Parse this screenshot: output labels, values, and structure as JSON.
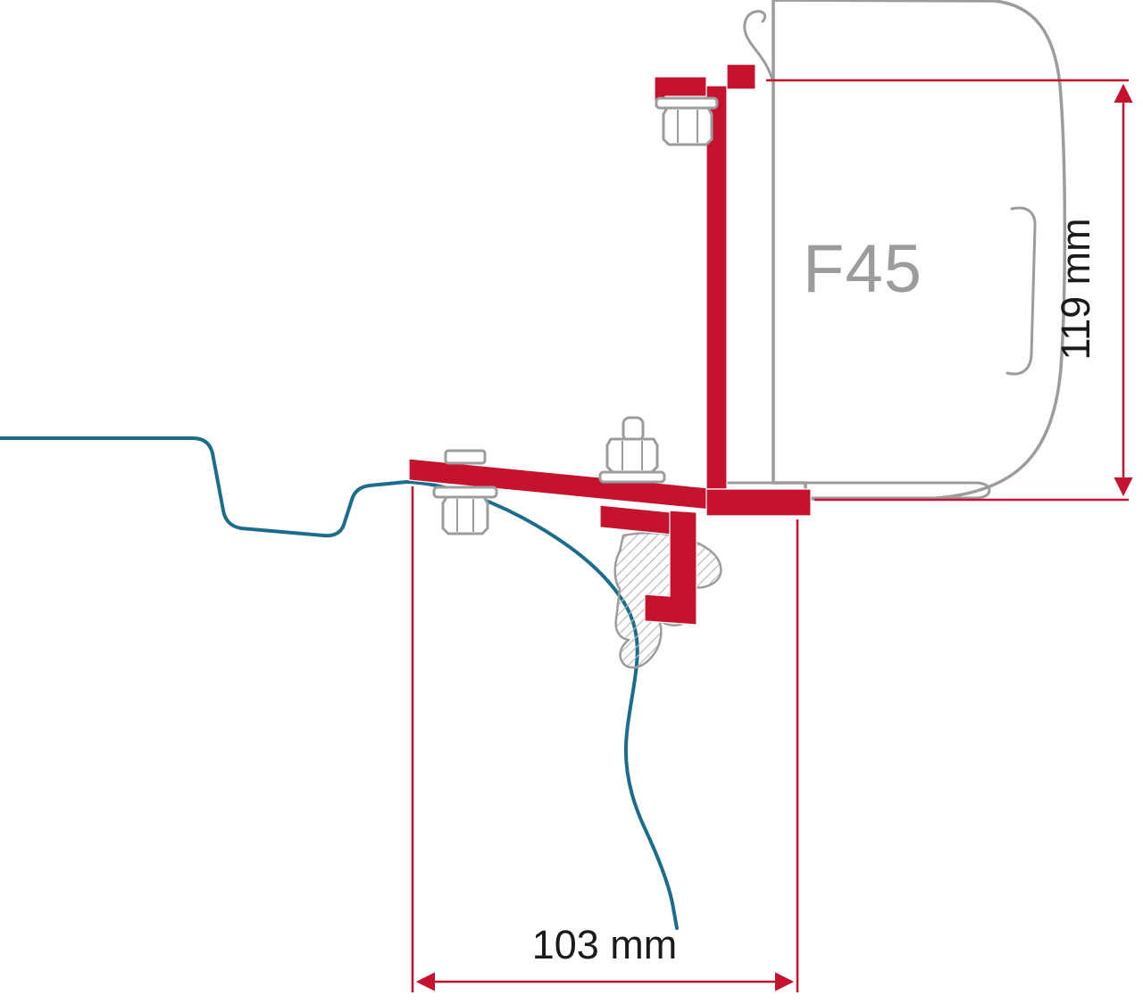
{
  "labels": {
    "awning_model": "F45",
    "dim_height": "119 mm",
    "dim_width": "103 mm"
  },
  "colors": {
    "bracket_red": "#c4122f",
    "roof_blue": "#1c6c8c",
    "awning_gray": "#9c9c9c",
    "hatch_gray": "#b8b8b8",
    "dim_text": "#1a1a1a",
    "background": "#ffffff"
  }
}
